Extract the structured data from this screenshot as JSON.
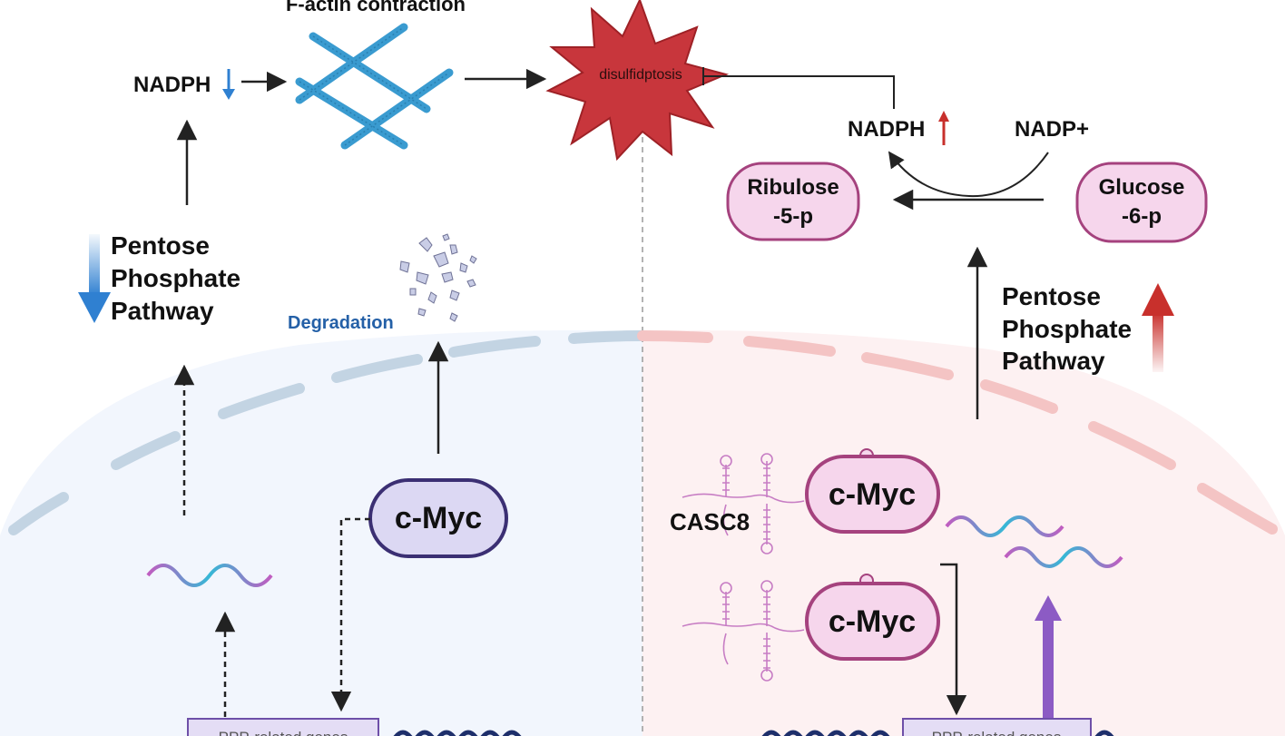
{
  "top": {
    "factin_title": "F-actin contraction",
    "disulfidptosis": "disulfidptosis"
  },
  "left": {
    "nadph": "NADPH",
    "ppp": [
      "Pentose",
      "Phosphate",
      "Pathway"
    ],
    "degradation": "Degradation",
    "cmyc": "c-Myc",
    "box_label": "PPP-related genes"
  },
  "right": {
    "nadph": "NADPH",
    "nadp_plus": "NADP+",
    "ribulose": [
      "Ribulose",
      "-5-p"
    ],
    "glucose": [
      "Glucose",
      "-6-p"
    ],
    "ppp": [
      "Pentose",
      "Phosphate",
      "Pathway"
    ],
    "casc8": "CASC8",
    "cmyc_1": "c-Myc",
    "cmyc_2": "c-Myc",
    "box_label": "PPP-related genes"
  },
  "colors": {
    "left_bg": "#f2f6fd",
    "right_bg": "#fdf1f2",
    "down_blue": "#2f80d1",
    "up_red": "#c8302c",
    "star_red": "#c8363c",
    "cmyc_left_fill": "#dcd8f3",
    "cmyc_left_stroke": "#3b2f73",
    "pink_fill": "#f6d6ec",
    "pink_stroke": "#a5427e",
    "purple_arrow": "#8c5bc4",
    "membrane_blue": "#c3d4e3",
    "membrane_red": "#f4c4c4",
    "actin_blue": "#3a9bd0",
    "degradation_text": "#2460a7"
  }
}
